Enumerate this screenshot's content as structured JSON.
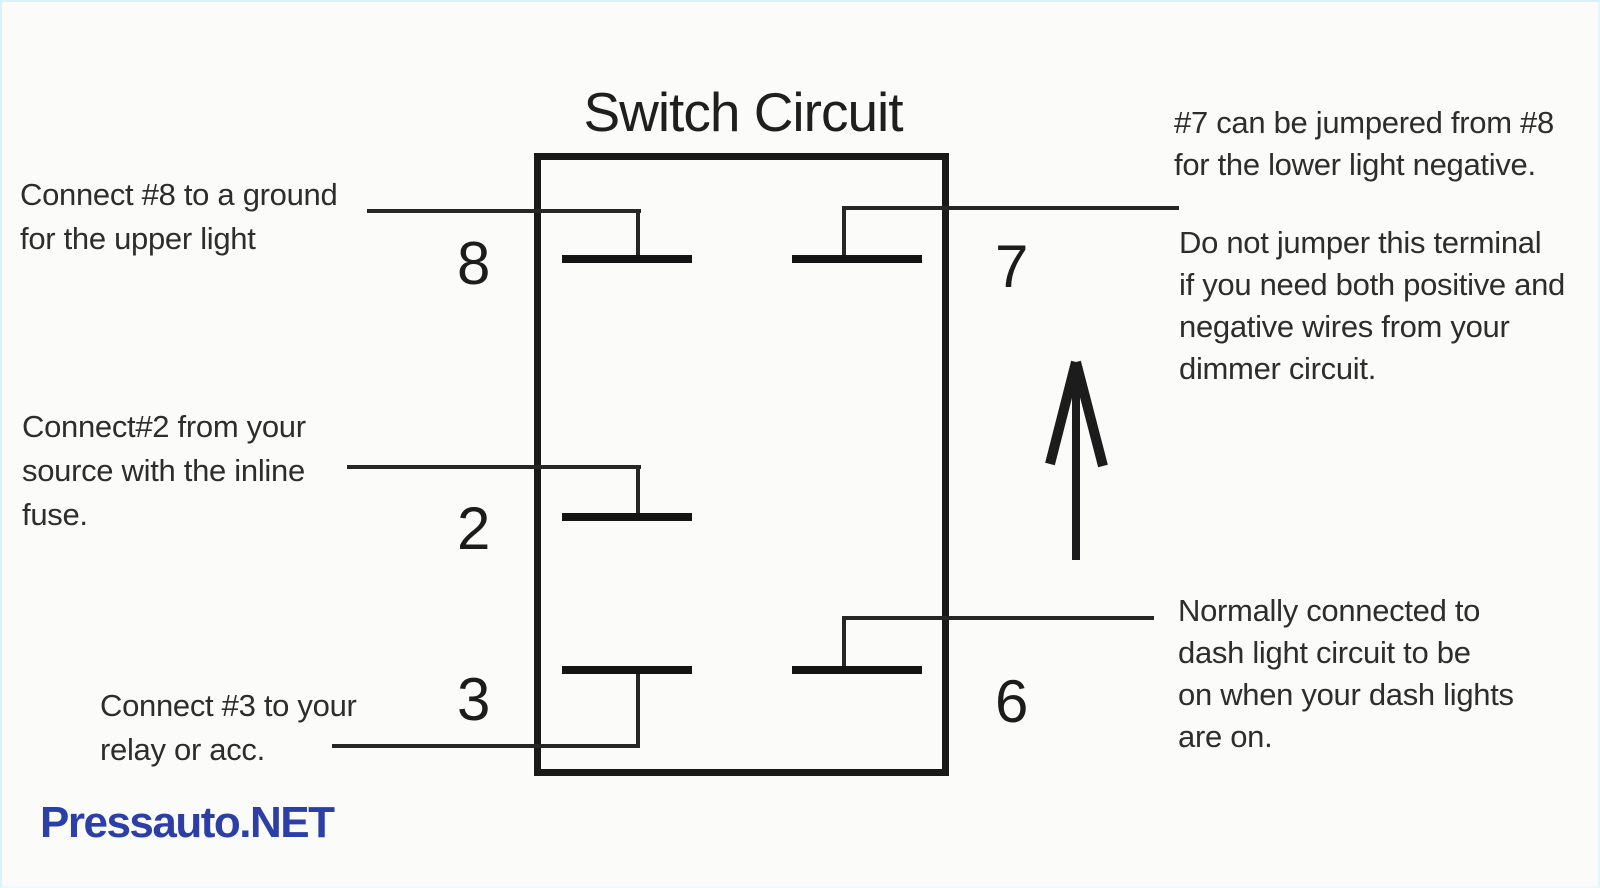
{
  "title": "Switch Circuit",
  "switch": {
    "terminals": {
      "t8": "8",
      "t7": "7",
      "t2": "2",
      "t3": "3",
      "t6": "6"
    }
  },
  "annotations": {
    "connect8": "Connect #8 to a ground\nfor the upper light",
    "connect2": "Connect#2 from your\nsource with the inline\nfuse.",
    "connect3": "Connect #3 to your\nrelay or acc.",
    "jumper7": "#7 can be jumpered from #8\nfor the lower light negative.",
    "no_jumper": "Do not jumper this terminal\nif you need both positive and\nnegative wires from your\ndimmer circuit.",
    "dash_light": "Normally connected to\ndash light circuit to be\non when your dash lights\nare on."
  },
  "icons": {
    "arrow": "up-arrow"
  },
  "brand": "Pressauto.NET",
  "colors": {
    "line": "#191919",
    "text": "#2d2d2d",
    "brand_blue": "#2b3fa6",
    "background": "#fbfbfa",
    "edge_tint": "#d7f3fa"
  }
}
